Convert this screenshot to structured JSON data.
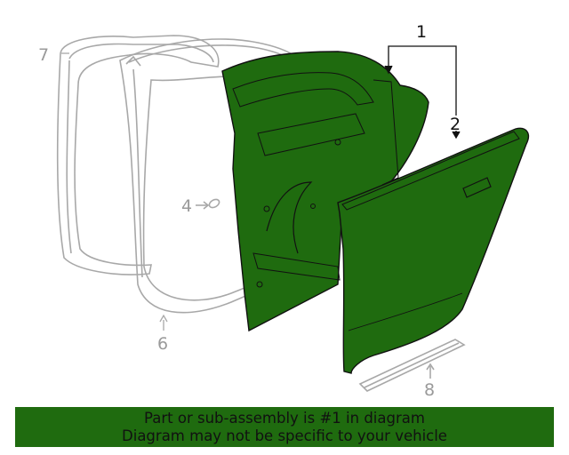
{
  "callouts": {
    "c1": "1",
    "c2": "2",
    "c4": "4",
    "c6": "6",
    "c7": "7",
    "c8": "8"
  },
  "banner": {
    "line1": "Part or sub-assembly is #1 in diagram",
    "line2": "Diagram may not be specific to your vehicle"
  },
  "colors": {
    "highlight": "#1f6b0f",
    "outline": "#111111",
    "grey_part": "#a8a8a8"
  }
}
